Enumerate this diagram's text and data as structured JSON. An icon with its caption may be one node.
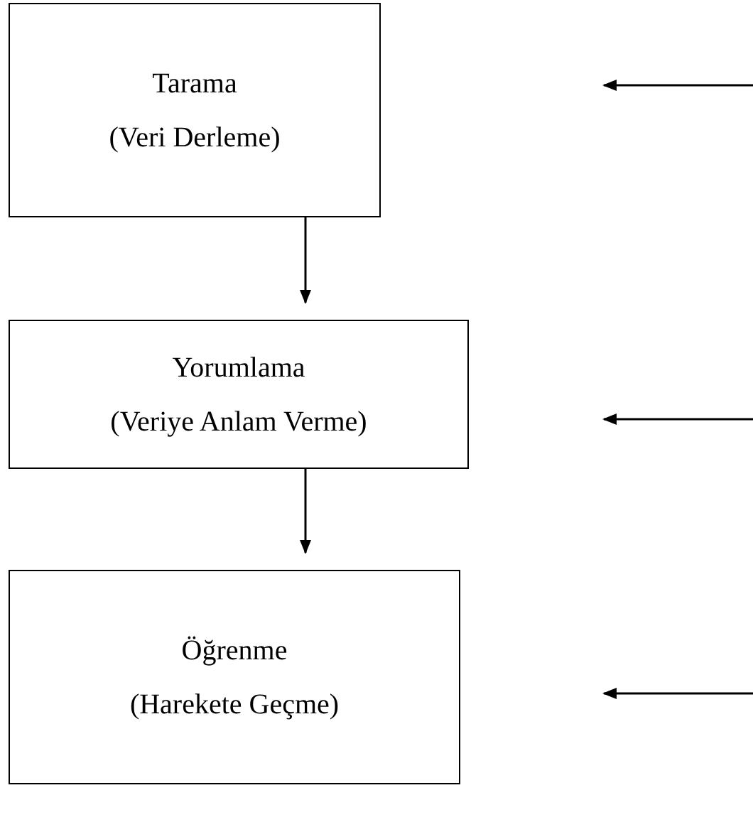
{
  "diagram": {
    "nodes": [
      {
        "text": [
          "Tarama",
          "(Veri Derleme)"
        ]
      },
      {
        "text": [
          "Yorumlama",
          "(Veriye Anlam Verme)"
        ]
      },
      {
        "text": [
          "Öğrenme",
          "(Harekete Geçme)"
        ]
      }
    ],
    "edges": [
      {
        "from": 0,
        "to": 1,
        "arrow": "to"
      },
      {
        "from": 1,
        "to": 2,
        "arrow": "to"
      }
    ]
  }
}
